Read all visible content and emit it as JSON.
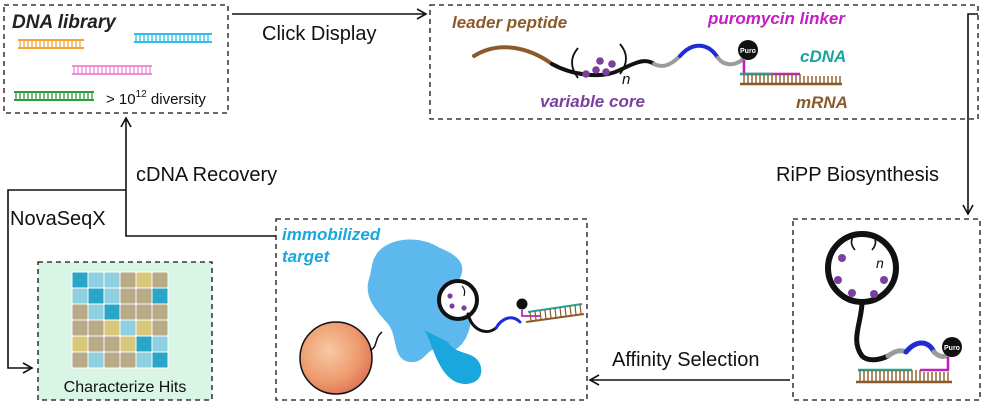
{
  "dna_library": {
    "title": "DNA library",
    "diversity_prefix": "> 10",
    "diversity_exp": "12",
    "diversity_suffix": " diversity"
  },
  "arrows": {
    "click_display": "Click Display",
    "ripp_biosynthesis": "RiPP Biosynthesis",
    "affinity_selection": "Affinity Selection",
    "cdna_recovery": "cDNA Recovery",
    "novaseqx": "NovaSeqX"
  },
  "construct": {
    "leader_peptide": "leader peptide",
    "puromycin_linker": "puromycin linker",
    "cdna": "cDNA",
    "mrna": "mRNA",
    "variable_core": "variable core",
    "repeat_n": "n",
    "puro": "Puro"
  },
  "target": {
    "line1": "immobilized",
    "line2": "target"
  },
  "hits": {
    "label": "Characterize Hits"
  },
  "colors": {
    "leader": "#8B5A2B",
    "puromycin": "#C21FC4",
    "cdna": "#1AA59A",
    "mrna": "#8B5A2B",
    "variable": "#7B3F9E",
    "target": "#1AA7DE",
    "linker_blue": "#1F2BD6",
    "hits_bg": "#D9F5E6"
  }
}
